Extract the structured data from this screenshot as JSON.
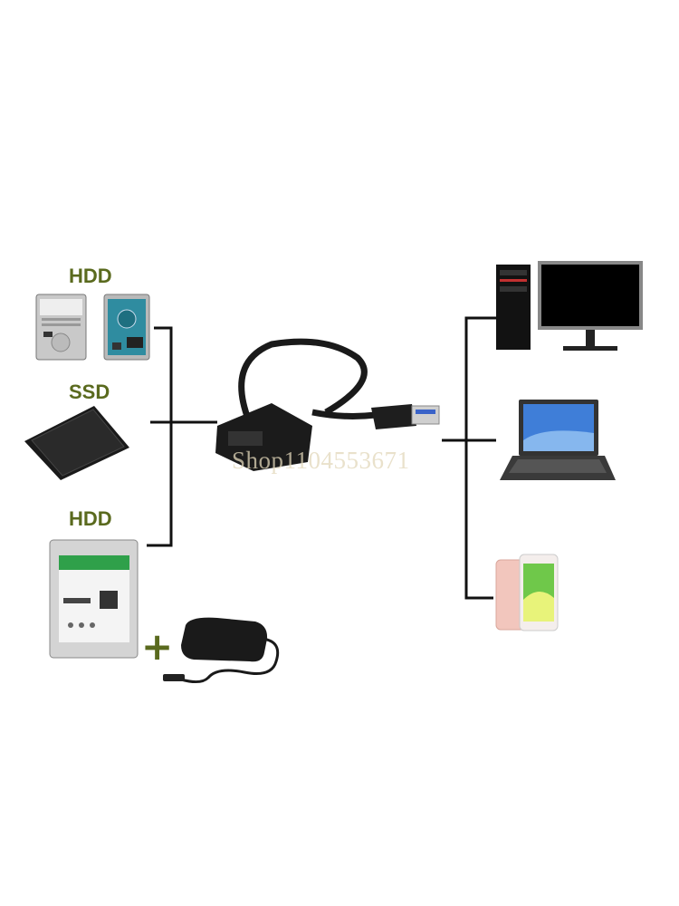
{
  "storage_devices": {
    "hdd_top_label": "HDD",
    "ssd_label": "SSD",
    "hdd_bottom_label": "HDD"
  },
  "plus_sign": "+",
  "watermark": "Shop1104553671",
  "colors": {
    "label": "#5a6a1e",
    "connector_line": "#111111",
    "hdd_pcb": "#2f8ca0",
    "drive_label_green": "#2fa04a",
    "phone_body": "#f2c6bd",
    "phone_screen": "#6fc84a"
  },
  "icons": [
    "laptop-hdd-icon",
    "laptop-hdd-pcb-icon",
    "ssd-icon",
    "desktop-hdd-icon",
    "power-adapter-icon",
    "sata-usb-adapter-icon",
    "desktop-pc-icon",
    "monitor-icon",
    "laptop-icon",
    "smartphone-icon"
  ]
}
